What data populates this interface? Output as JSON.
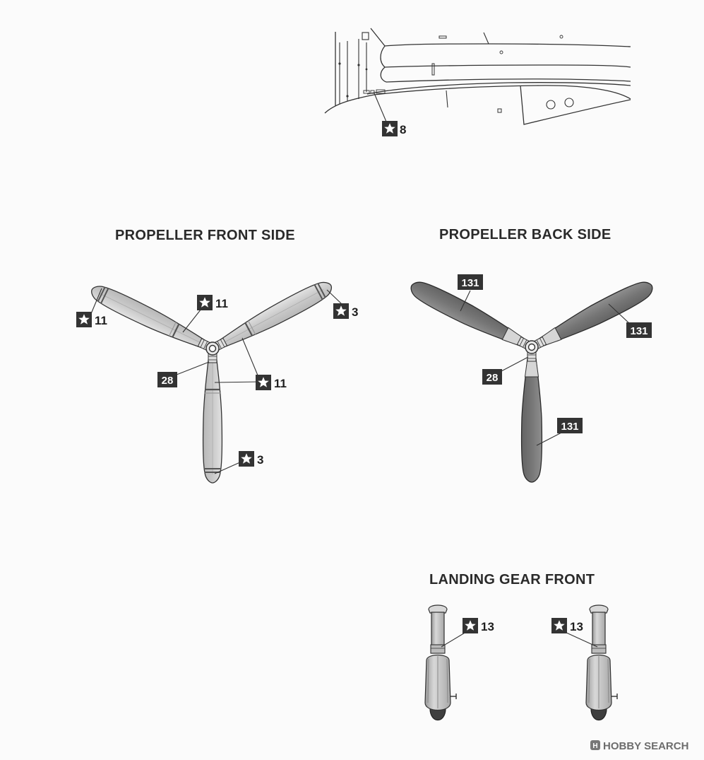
{
  "headings": {
    "propeller_front": "PROPELLER FRONT SIDE",
    "propeller_back": "PROPELLER BACK SIDE",
    "landing_gear_front": "LANDING GEAR FRONT"
  },
  "fuselage_callouts": [
    {
      "kind": "star",
      "number": "8"
    }
  ],
  "propeller_front_callouts": [
    {
      "kind": "star",
      "number": "11"
    },
    {
      "kind": "star",
      "number": "11"
    },
    {
      "kind": "star",
      "number": "3"
    },
    {
      "kind": "box",
      "number": "28"
    },
    {
      "kind": "star",
      "number": "11"
    },
    {
      "kind": "star",
      "number": "3"
    }
  ],
  "propeller_back_callouts": [
    {
      "kind": "box",
      "number": "131"
    },
    {
      "kind": "box",
      "number": "131"
    },
    {
      "kind": "box",
      "number": "28"
    },
    {
      "kind": "box",
      "number": "131"
    }
  ],
  "landing_gear_callouts": [
    {
      "kind": "star",
      "number": "13"
    },
    {
      "kind": "star",
      "number": "13"
    }
  ],
  "watermark": {
    "icon": "hobby-search-logo-icon",
    "text": "HOBBY SEARCH"
  },
  "colors": {
    "line": "#2a2a2a",
    "light_blade": "#d0d0d0",
    "dark_blade": "#7d7d7d",
    "callout_fill": "#333333",
    "gear_fill": "#c6c6c6",
    "tire_fill": "#4a4a4a"
  }
}
